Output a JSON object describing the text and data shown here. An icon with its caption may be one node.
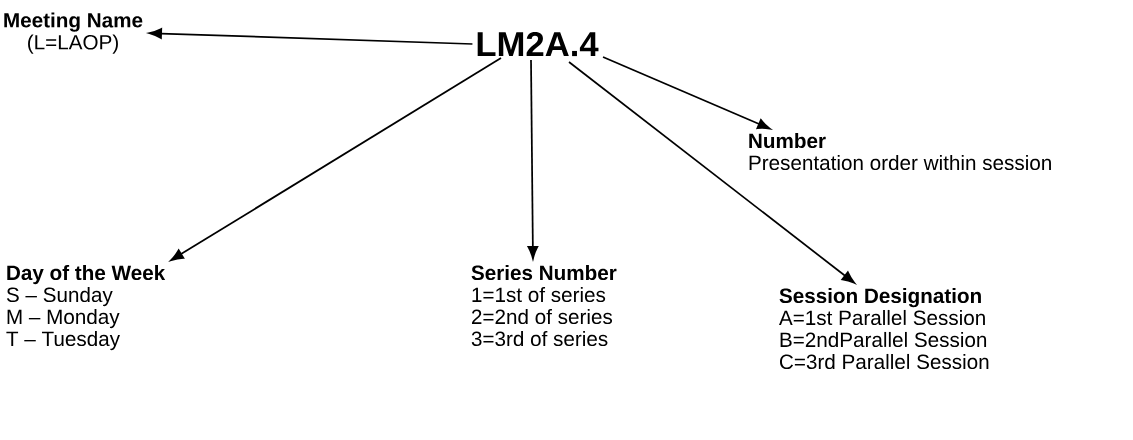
{
  "diagram": {
    "nodes": [
      {
        "text": [
          "LM2A.4"
        ]
      },
      {
        "text": [
          "Meeting Name",
          "(L=LAOP)"
        ]
      },
      {
        "text": [
          "Number",
          "Presentation order within session"
        ]
      },
      {
        "text": [
          "Day of the Week",
          "S – Sunday",
          "M – Monday",
          "T – Tuesday"
        ]
      },
      {
        "text": [
          "Series Number",
          "1=1st of series",
          "2=2nd of series",
          "3=3rd of series"
        ]
      },
      {
        "text": [
          "Session Designation",
          "A=1st Parallel Session",
          "B=2ndParallel Session",
          "C=3rd Parallel Session"
        ]
      }
    ],
    "edges": [
      {
        "from": 0,
        "to": 1,
        "arrow": "to"
      },
      {
        "from": 0,
        "to": 3,
        "arrow": "to"
      },
      {
        "from": 0,
        "to": 4,
        "arrow": "to"
      },
      {
        "from": 0,
        "to": 5,
        "arrow": "to"
      },
      {
        "from": 0,
        "to": 2,
        "arrow": "to"
      }
    ]
  }
}
